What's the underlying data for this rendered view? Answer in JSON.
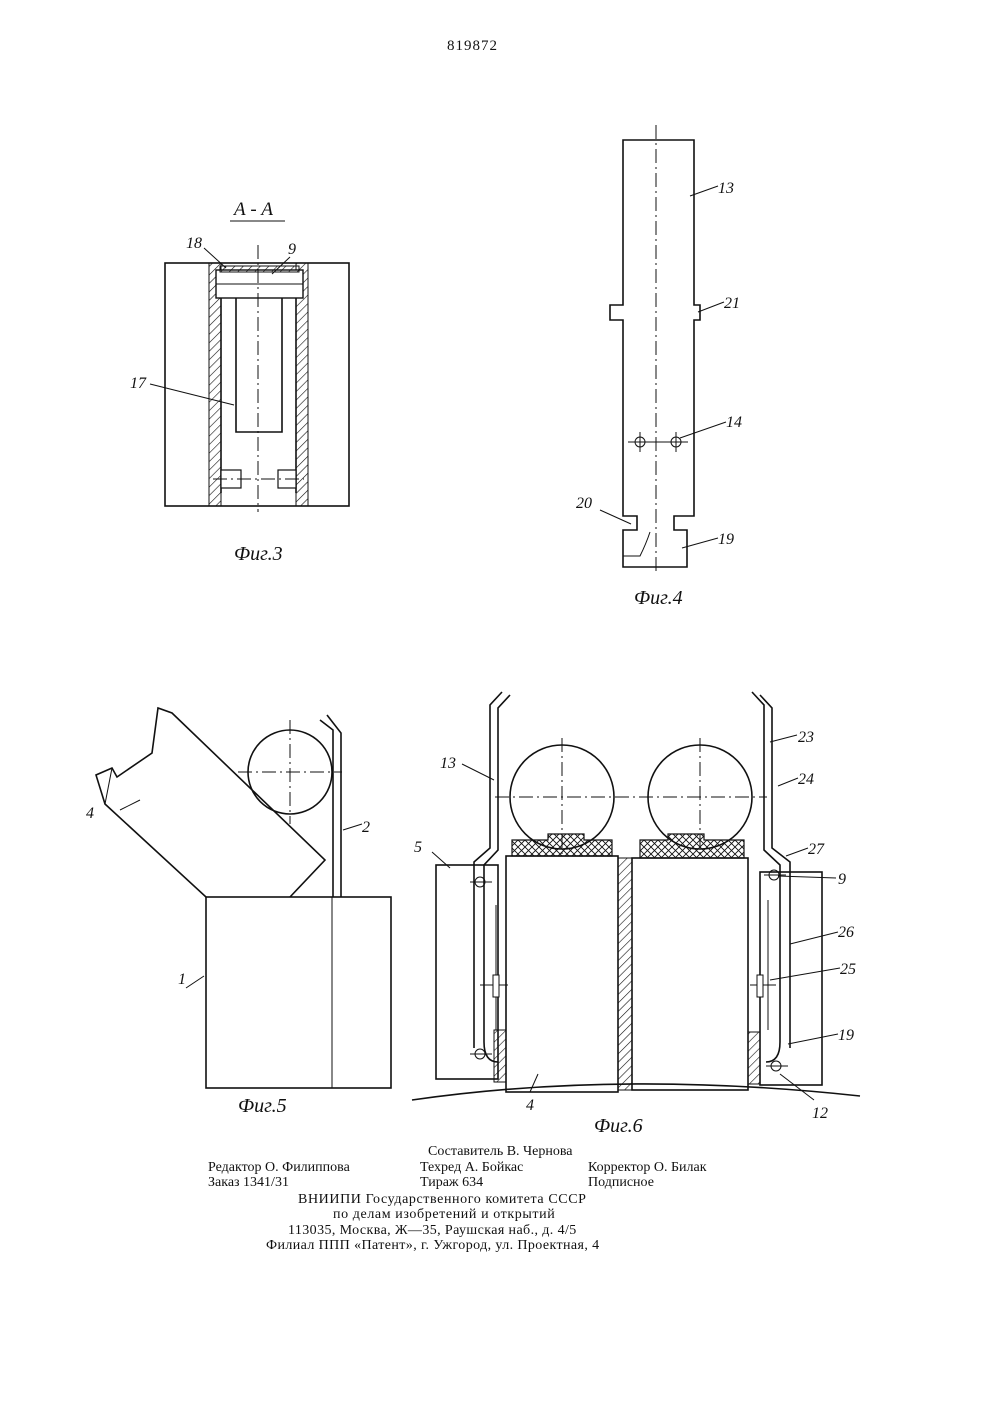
{
  "page_number": "819872",
  "figures": {
    "fig3": {
      "caption": "Фиг.3",
      "section": "А - А",
      "labels": [
        "18",
        "9",
        "17"
      ]
    },
    "fig4": {
      "caption": "Фиг.4",
      "labels": [
        "13",
        "21",
        "14",
        "20",
        "19"
      ]
    },
    "fig5": {
      "caption": "Фиг.5",
      "labels": [
        "4",
        "2",
        "1"
      ]
    },
    "fig6": {
      "caption": "Фиг.6",
      "labels": [
        "13",
        "5",
        "23",
        "24",
        "27",
        "9",
        "26",
        "25",
        "19",
        "12",
        "4"
      ]
    }
  },
  "footer": {
    "compiler": "Составитель В. Чернова",
    "editor": "Редактор О. Филиппова",
    "techred": "Техред А. Бойкас",
    "corrector": "Корректор О. Билак",
    "order": "Заказ 1341/31",
    "circulation": "Тираж 634",
    "subscription": "Подписное",
    "org_line1": "ВНИИПИ Государственного комитета СССР",
    "org_line2": "по делам изобретений и открытий",
    "address": "113035, Москва, Ж—35, Раушская наб., д. 4/5",
    "branch": "Филиал ППП «Патент», г. Ужгород, ул. Проектная, 4"
  }
}
